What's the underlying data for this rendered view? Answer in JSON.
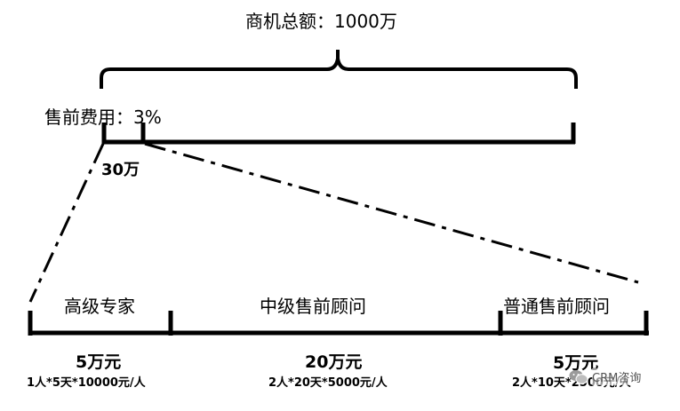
{
  "total_label": "商机总额：1000万",
  "presales_label": "售前费用：3%",
  "presales_amount": "30万",
  "roles": [
    {
      "name": "高级专家",
      "amount": "5万元",
      "calc": "1人*5天*10000元/人"
    },
    {
      "name": "中级售前顾问",
      "amount": "20万元",
      "calc": "2人*20天*5000元/人"
    },
    {
      "name": "普通售前顾问",
      "amount": "5万元",
      "calc": "2人*10天*2500元/人"
    }
  ],
  "watermark": "CRM咨询",
  "icons": {
    "watermark": "wechat-logo-icon"
  },
  "colors": {
    "line": "#000000",
    "background": "#ffffff"
  }
}
